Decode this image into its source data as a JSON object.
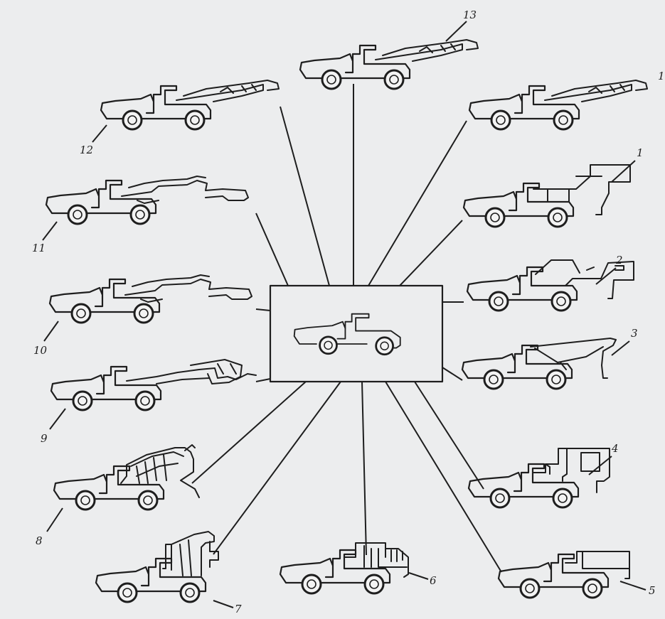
{
  "diagram": {
    "center": {
      "name": "base-carrier"
    },
    "machines": [
      {
        "id": "m13",
        "label": "13",
        "attachment": "boom-long"
      },
      {
        "id": "m1b",
        "label": "1",
        "attachment": "boom-long"
      },
      {
        "id": "m12",
        "label": "12",
        "attachment": "boom-long"
      },
      {
        "id": "m1",
        "label": "1",
        "attachment": "platform"
      },
      {
        "id": "m11",
        "label": "11",
        "attachment": "boom-double"
      },
      {
        "id": "m2",
        "label": "2",
        "attachment": "box-arm"
      },
      {
        "id": "m10",
        "label": "10",
        "attachment": "boom-double"
      },
      {
        "id": "m3",
        "label": "3",
        "attachment": "bucket"
      },
      {
        "id": "m9",
        "label": "9",
        "attachment": "frame-boom"
      },
      {
        "id": "m4",
        "label": "4",
        "attachment": "box-high"
      },
      {
        "id": "m8",
        "label": "8",
        "attachment": "mixer"
      },
      {
        "id": "m7",
        "label": "7",
        "attachment": "crane"
      },
      {
        "id": "m6",
        "label": "6",
        "attachment": "box-grille"
      },
      {
        "id": "m5",
        "label": "5",
        "attachment": "box-plain"
      }
    ]
  }
}
